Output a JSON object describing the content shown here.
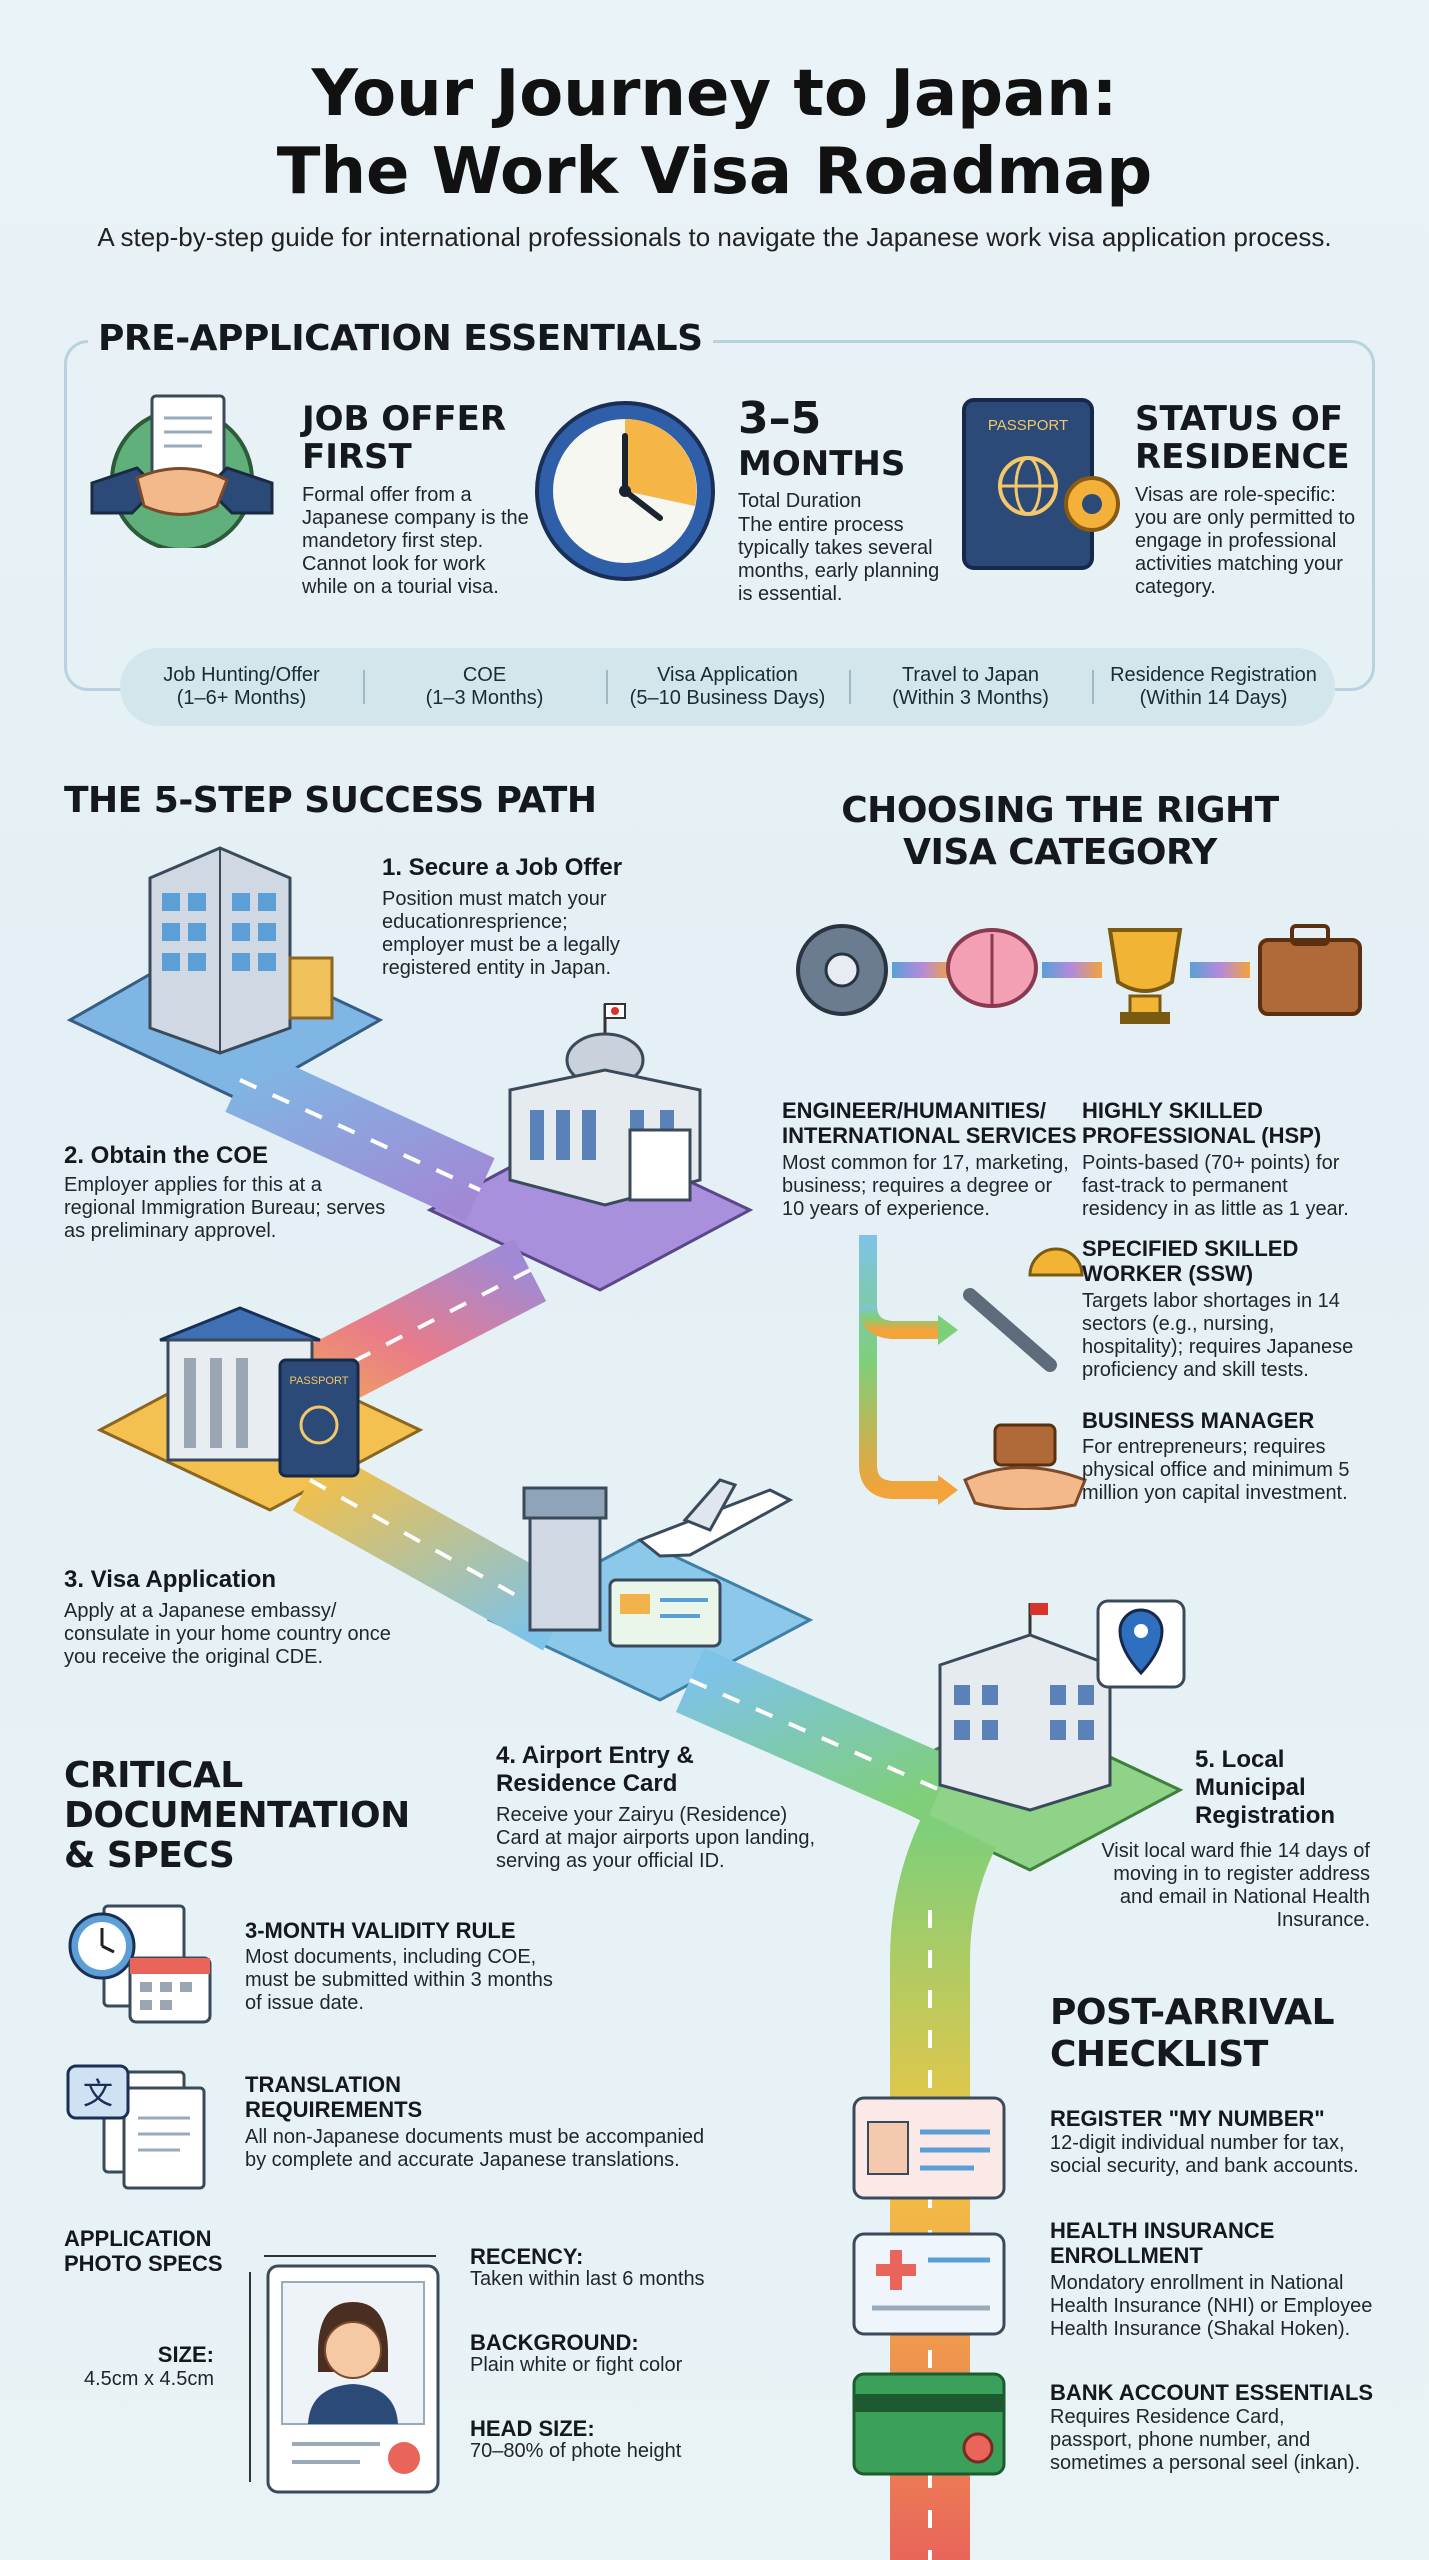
{
  "title": {
    "line1": "Your Journey to Japan:",
    "line2": "The Work Visa Roadmap"
  },
  "subtitle": "A step-by-step guide for international professionals to navigate the Japanese work visa application process.",
  "pre": {
    "heading": "PRE-APPLICATION ESSENTIALS",
    "cards": [
      {
        "title_line1": "JOB OFFER",
        "title_line2": "FIRST",
        "subhead": "",
        "text": "Formal offer from a Japanese company is the mandetory first step. Cannot look for work while on a tourial visa."
      },
      {
        "title_line1": "3–5",
        "title_line2": "MONTHS",
        "subhead": "Total Duration",
        "text": "The entire process typically takes several months, early planning is essential."
      },
      {
        "title_line1": "STATUS OF",
        "title_line2": "RESIDENCE",
        "subhead": "",
        "text": "Visas are role-specific: you are only permitted to engage in professional activities matching your category."
      }
    ],
    "passport_label": "PASSPORT",
    "timeline": [
      {
        "label": "Job Hunting/Offer",
        "duration": "(1–6+ Months)"
      },
      {
        "label": "COE",
        "duration": "(1–3 Months)"
      },
      {
        "label": "Visa Application",
        "duration": "(5–10 Business Days)"
      },
      {
        "label": "Travel to Japan",
        "duration": "(Within 3 Months)"
      },
      {
        "label": "Residence Registration",
        "duration": "(Within 14 Days)"
      }
    ]
  },
  "steps": {
    "heading": "THE 5-STEP SUCCESS PATH",
    "passport_label": "PASSPORT",
    "items": [
      {
        "title": "1. Secure a Job Offer",
        "text": "Position must match your educationresprience; employer must be a legally registered entity in Japan."
      },
      {
        "title": "2. Obtain the COE",
        "text": "Employer applies for this at a regional Immigration Bureau; serves as preliminary approvel."
      },
      {
        "title": "3. Visa Application",
        "text": "Apply at a Japanese embassy/ consulate in your home country once you receive the original CDE."
      },
      {
        "title": "4. Airport Entry & Residence Card",
        "text": "Receive your Zairyu (Residence) Card at major airports upon landing, serving as your official ID."
      },
      {
        "title_line1": "5. Local",
        "title_line2": "Municipal",
        "title_line3": "Registration",
        "text": "Visit local ward fhie 14 days of moving in to register address and email in National Health Insurance."
      }
    ]
  },
  "visa": {
    "heading_line1": "CHOOSING THE RIGHT",
    "heading_line2": "VISA CATEGORY",
    "categories": [
      {
        "title_line1": "ENGINEER/HUMANITIES/",
        "title_line2": "INTERNATIONAL SERVICES",
        "text": "Most common for 17, marketing, business; requires a degree or 10 years of experience."
      },
      {
        "title_line1": "HIGHLY SKILLED",
        "title_line2": "PROFESSIONAL (HSP)",
        "text": "Points-based (70+ points) for fast-track to permanent residency in as little as 1 year."
      },
      {
        "title_line1": "SPECIFIED SKILLED",
        "title_line2": "WORKER (SSW)",
        "text": "Targets labor shortages in 14 sectors (e.g., nursing, hospitality); requires Japanese proficiency and skill tests."
      },
      {
        "title_line1": "BUSINESS MANAGER",
        "title_line2": "",
        "text": "For entrepreneurs; requires physical office and minimum 5 million yon capital investment."
      }
    ]
  },
  "docs": {
    "heading_line1": "CRITICAL",
    "heading_line2": "DOCUMENTATION",
    "heading_line3": "& SPECS",
    "items": [
      {
        "title": "3-MONTH VALIDITY RULE",
        "text": "Most documents, including COE, must be submitted within 3 months of issue date."
      },
      {
        "title_line1": "TRANSLATION",
        "title_line2": "REQUIREMENTS",
        "text": "All non-Japanese documents must be accompanied by complete and accurate Japanese translations."
      }
    ],
    "translation_glyph": "文",
    "photo": {
      "heading_line1": "APPLICATION",
      "heading_line2": "PHOTO SPECS",
      "size_label": "SIZE:",
      "size_value": "4.5cm x 4.5cm",
      "specs": [
        {
          "label": "RECENCY:",
          "value": "Taken within last 6 months"
        },
        {
          "label": "BACKGROUND:",
          "value": "Plain white or fight color"
        },
        {
          "label": "HEAD SIZE:",
          "value": "70–80% of phote height"
        }
      ]
    }
  },
  "post": {
    "heading_line1": "POST-ARRIVAL",
    "heading_line2": "CHECKLIST",
    "items": [
      {
        "title": "REGISTER \"MY NUMBER\"",
        "text": "12-digit individual number for tax, social security, and bank accounts."
      },
      {
        "title_line1": "HEALTH INSURANCE",
        "title_line2": "ENROLLMENT",
        "text": "Mondatory enrollment in National Health Insurance (NHI) or Employee Health Insurance (Shakal Hoken)."
      },
      {
        "title": "BANK ACCOUNT ESSENTIALS",
        "text": "Requires Residence Card, passport, phone number, and sometimes a personal seel (inkan)."
      }
    ]
  },
  "colors": {
    "road_blue": "#5b9fd6",
    "road_purple": "#9b7fd1",
    "road_orange": "#f2a33a",
    "road_green": "#6cc06a",
    "road_red": "#e9655a",
    "accent_navy": "#2b4a78"
  }
}
